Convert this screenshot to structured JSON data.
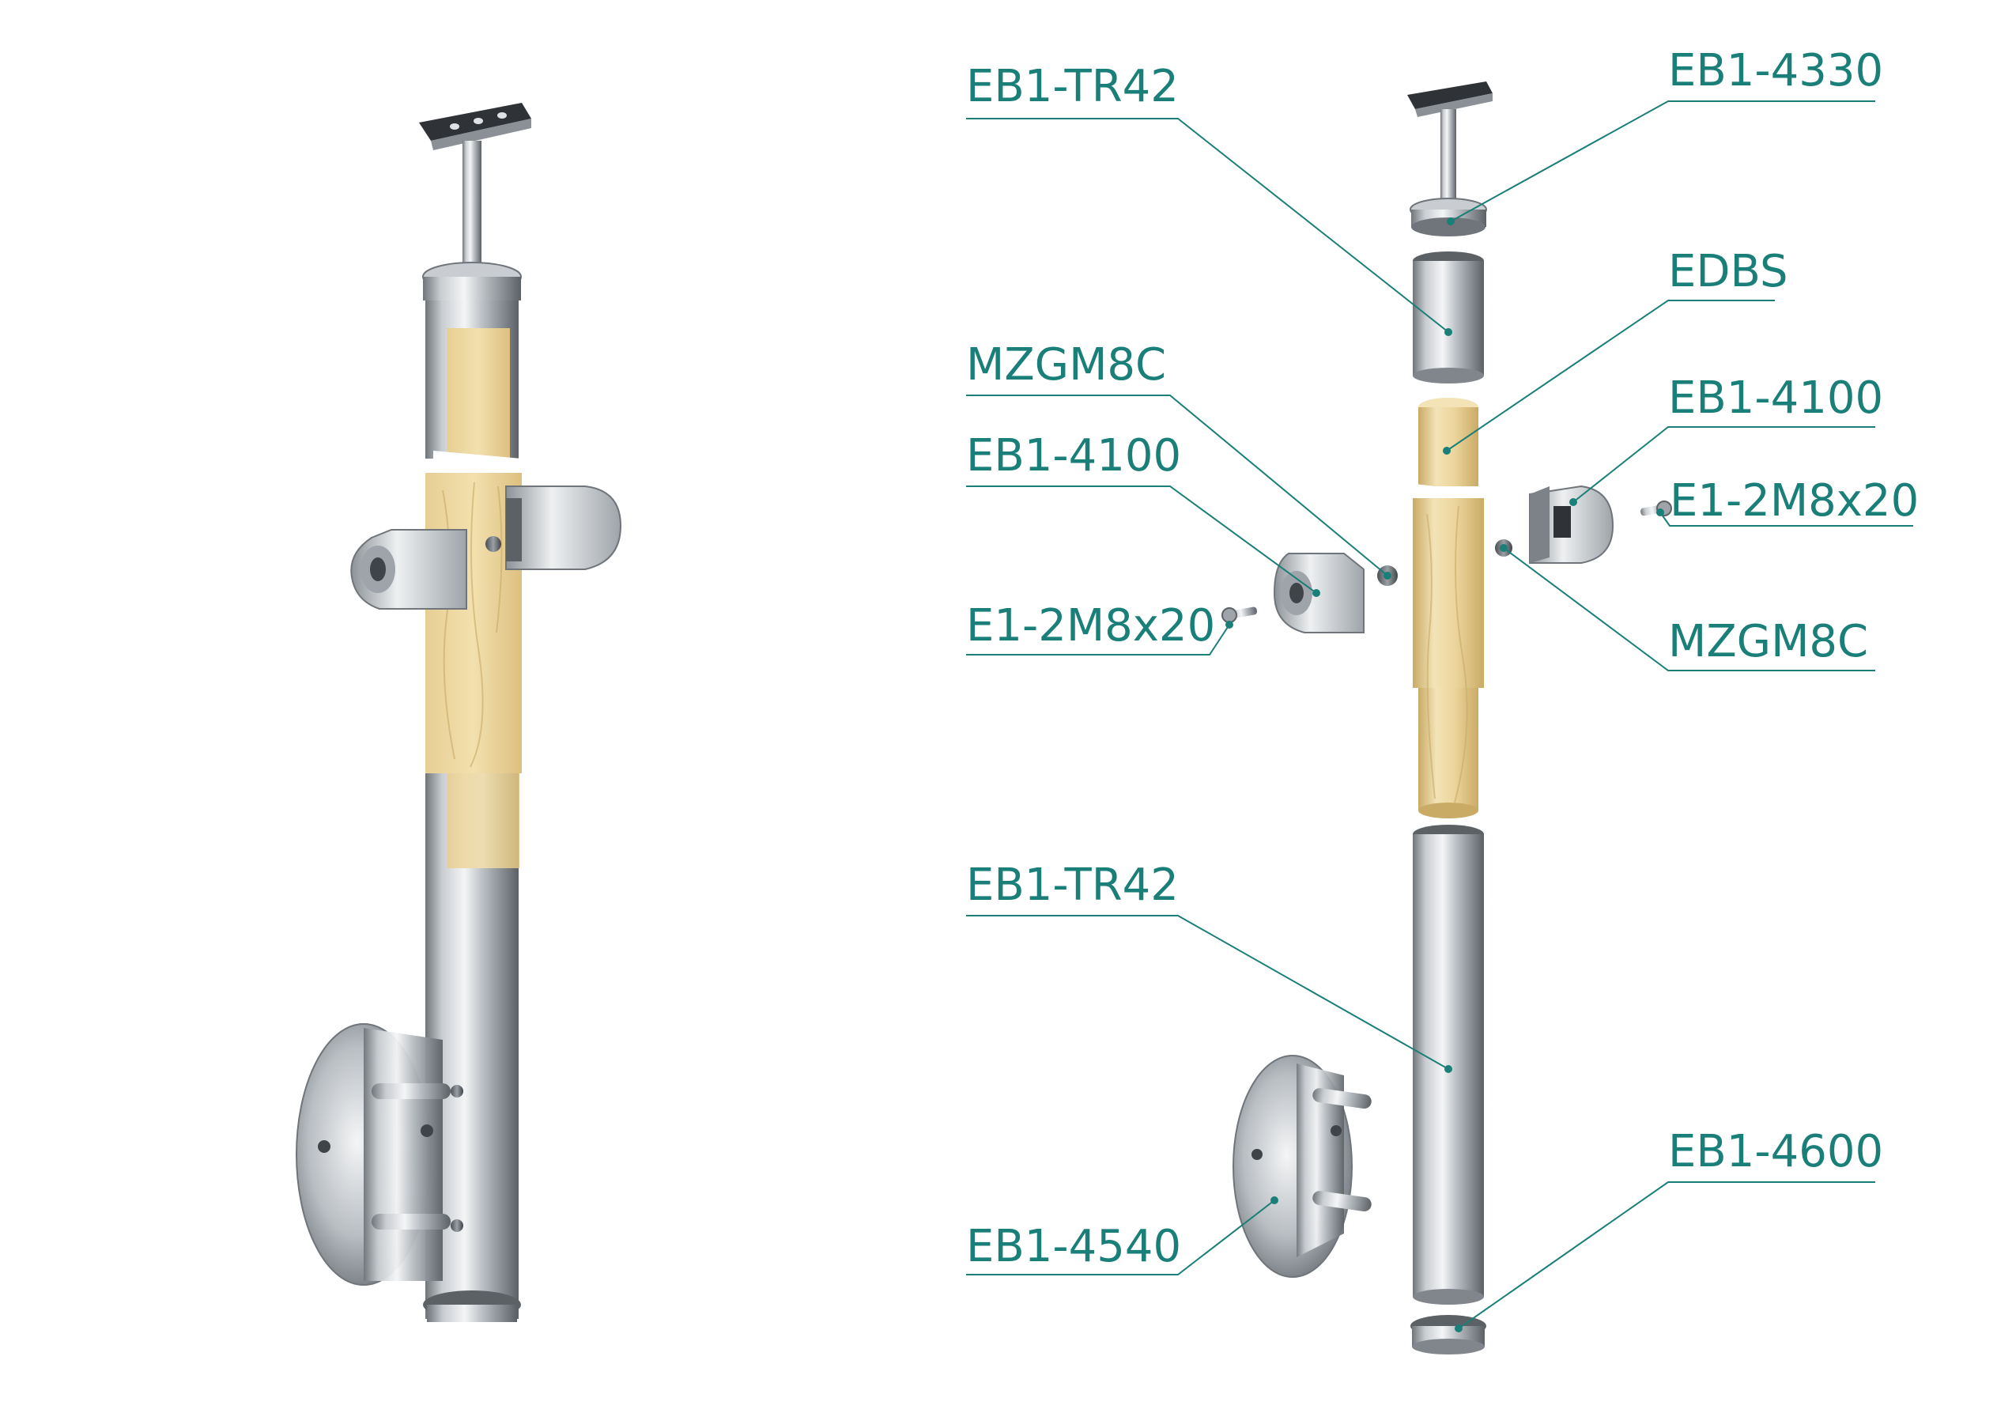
{
  "colors": {
    "accent": "#1a7f78",
    "steel_light": "#e6e8ea",
    "steel_mid": "#a8adb2",
    "steel_dark": "#5c6166",
    "wood_light": "#f3e3b6",
    "wood_mid": "#e6cd8e",
    "wood_dark": "#c9ab66",
    "background": "#ffffff"
  },
  "callouts": [
    {
      "id": "handrail-holder-top",
      "label": "EB1-TR42"
    },
    {
      "id": "end-cap-top",
      "label": "EB1-4330"
    },
    {
      "id": "wood-core",
      "label": "EDBS"
    },
    {
      "id": "grub-screw-left",
      "label": "MZGM8C"
    },
    {
      "id": "glass-clamp-right",
      "label": "EB1-4100"
    },
    {
      "id": "glass-clamp-left",
      "label": "EB1-4100"
    },
    {
      "id": "screw-right",
      "label": "E1-2M8x20"
    },
    {
      "id": "screw-left",
      "label": "E1-2M8x20"
    },
    {
      "id": "grub-screw-right",
      "label": "MZGM8C"
    },
    {
      "id": "tube-bottom",
      "label": "EB1-TR42"
    },
    {
      "id": "bottom-plug",
      "label": "EB1-4600"
    },
    {
      "id": "wall-flange",
      "label": "EB1-4540"
    }
  ]
}
